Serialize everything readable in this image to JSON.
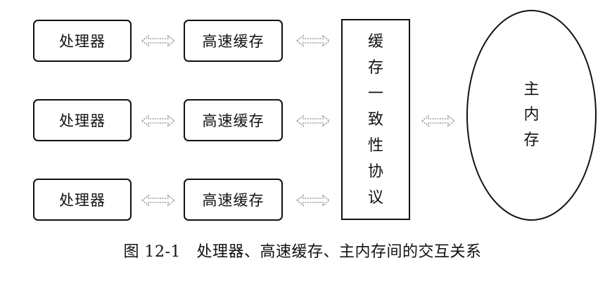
{
  "processors": [
    {
      "label": "处理器"
    },
    {
      "label": "处理器"
    },
    {
      "label": "处理器"
    }
  ],
  "caches": [
    {
      "label": "高速缓存"
    },
    {
      "label": "高速缓存"
    },
    {
      "label": "高速缓存"
    }
  ],
  "protocol": {
    "chars": [
      "缓",
      "存",
      "一",
      "致",
      "性",
      "协",
      "议"
    ]
  },
  "memory": {
    "chars": [
      "主",
      "内",
      "存"
    ]
  },
  "caption": "图 12-1　处理器、高速缓存、主内存间的交互关系",
  "colors": {
    "line": "#111111",
    "arrow": "#9a9a9a",
    "background": "#ffffff"
  }
}
